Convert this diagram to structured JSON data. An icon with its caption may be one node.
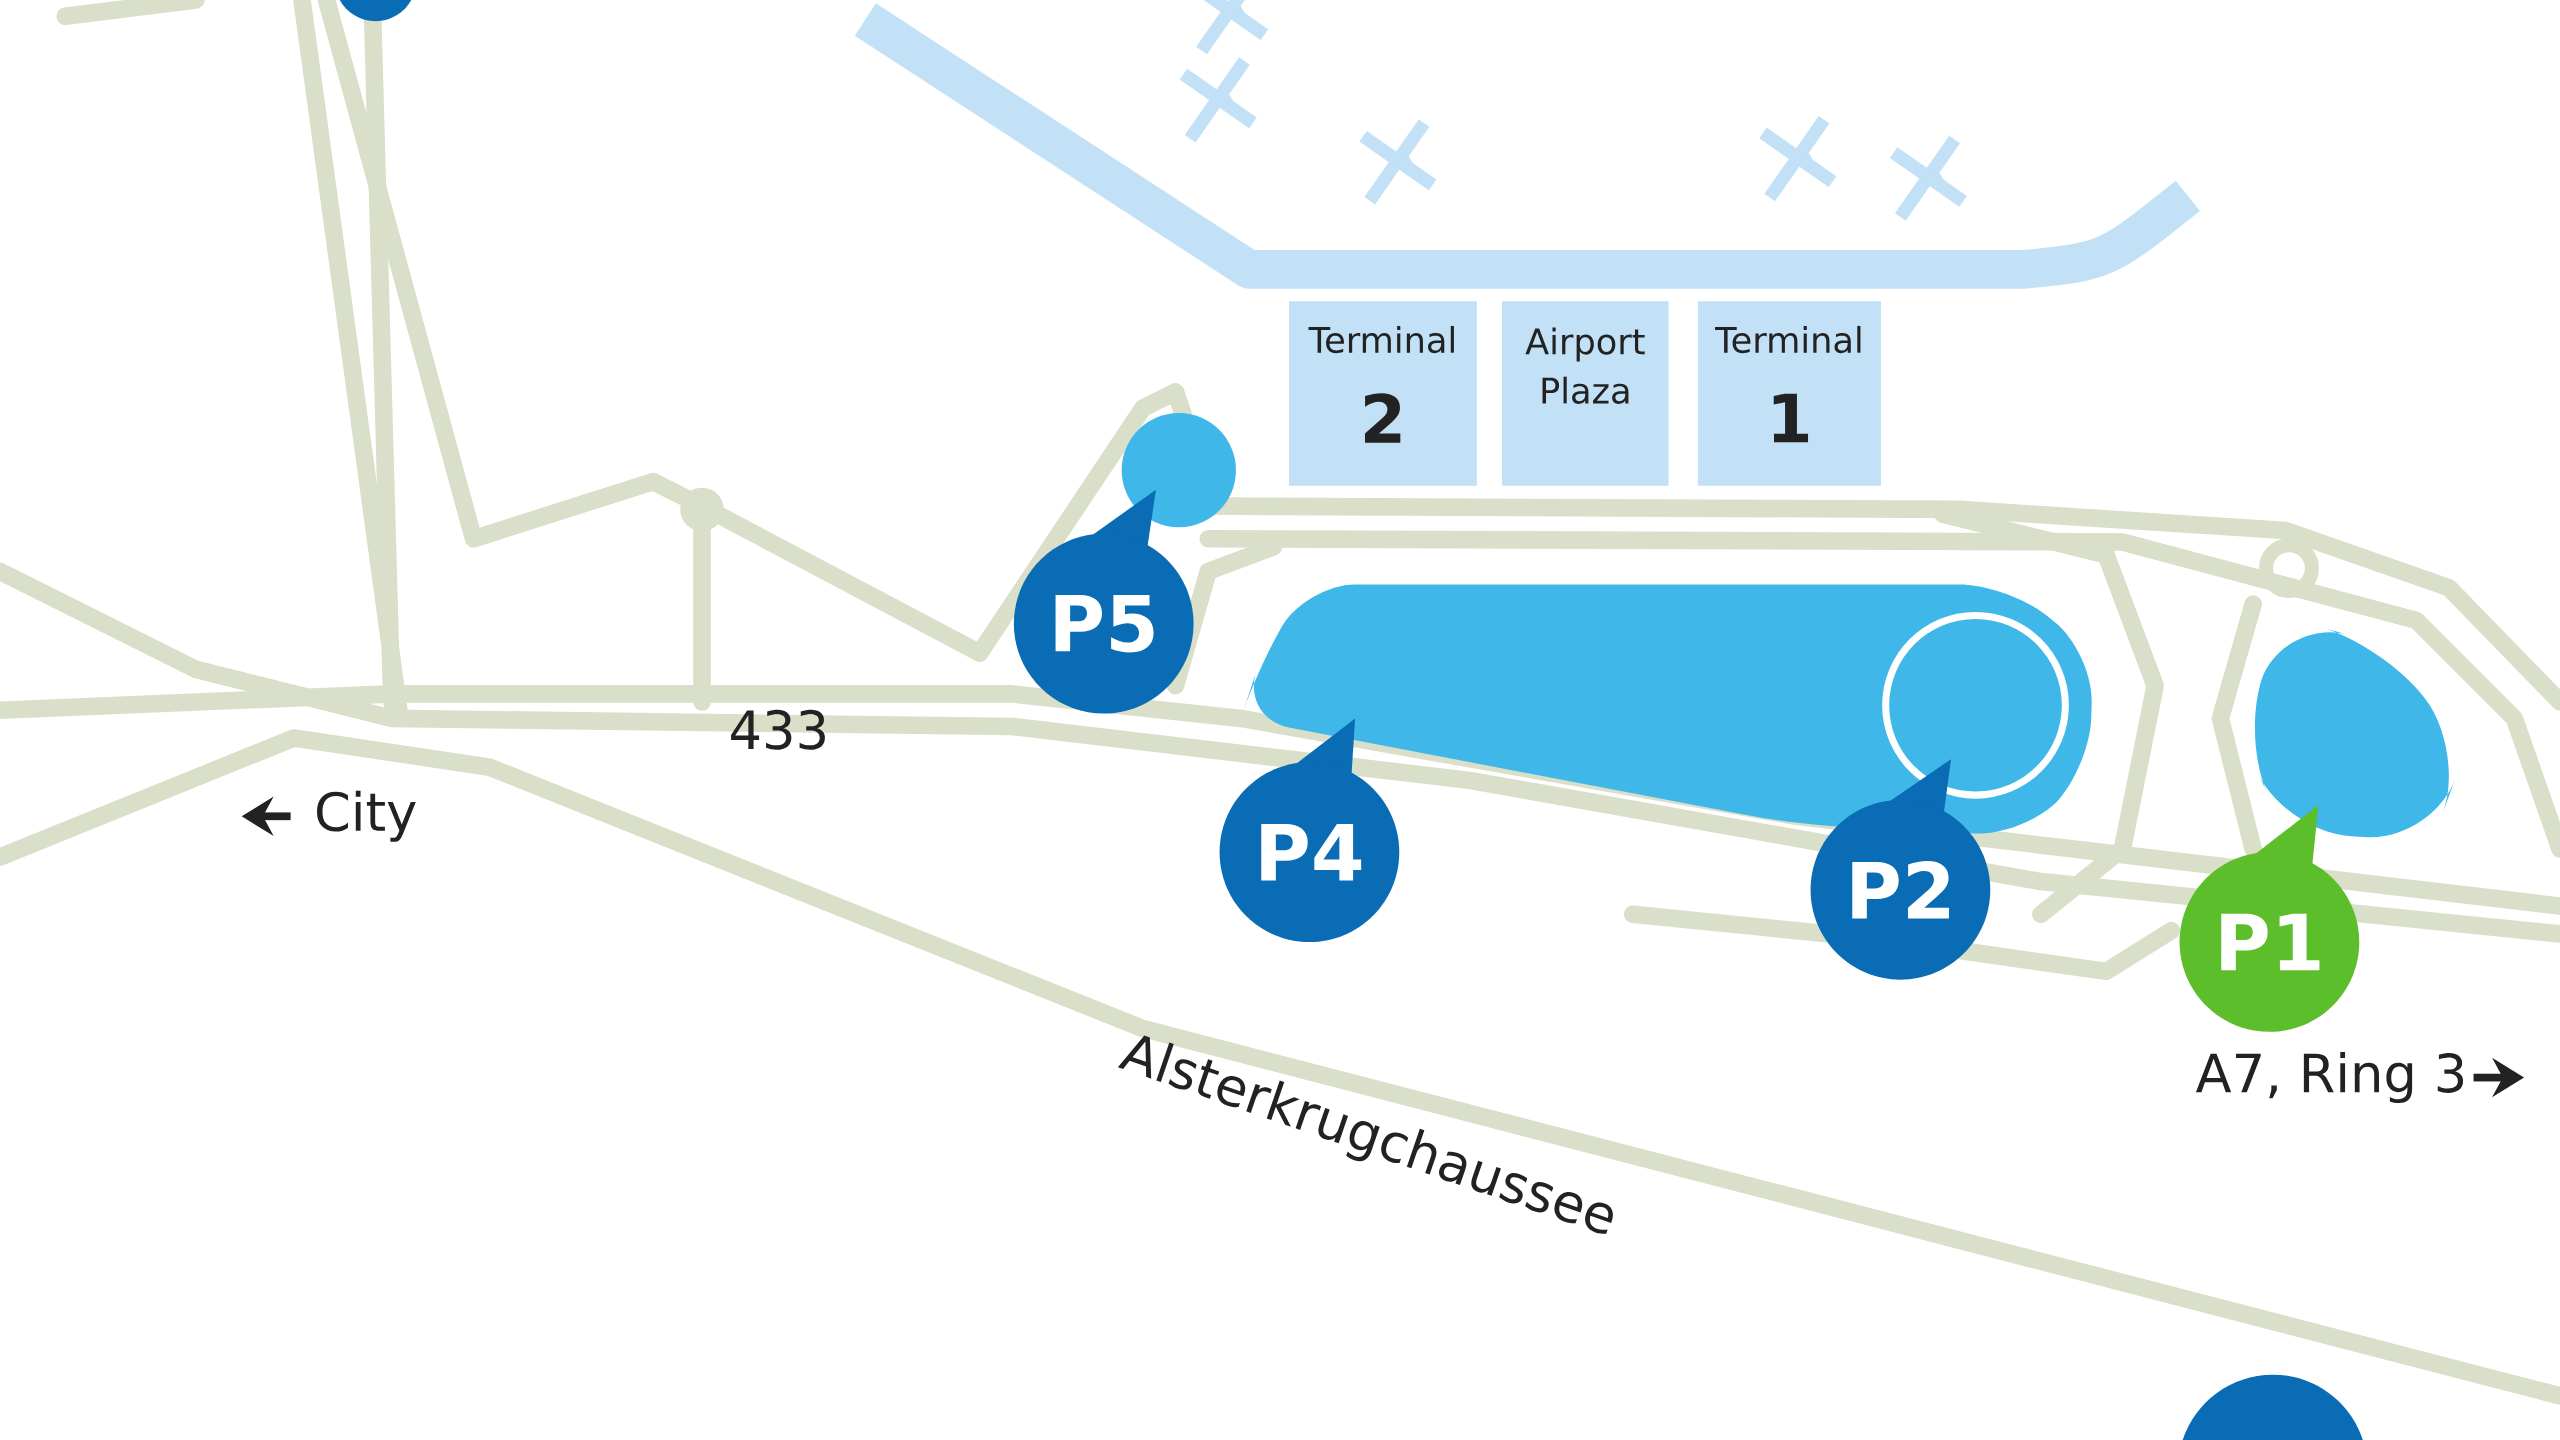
{
  "diagram": {
    "nodes": [
      {
        "text": [
          "Terminal",
          "2"
        ]
      },
      {
        "text": [
          "Airport Plaza"
        ]
      },
      {
        "text": [
          "Terminal",
          "1"
        ]
      },
      {
        "text": [
          "P5"
        ]
      },
      {
        "text": [
          "P4"
        ]
      },
      {
        "text": [
          "P2"
        ]
      },
      {
        "text": [
          "P1"
        ]
      },
      {
        "text": [],
        "shape": "circle"
      },
      {
        "text": [],
        "shape": "circle"
      }
    ],
    "labels": [
      "433",
      "City",
      "A7, Ring 3",
      "Alsterkrugchaussee"
    ]
  }
}
